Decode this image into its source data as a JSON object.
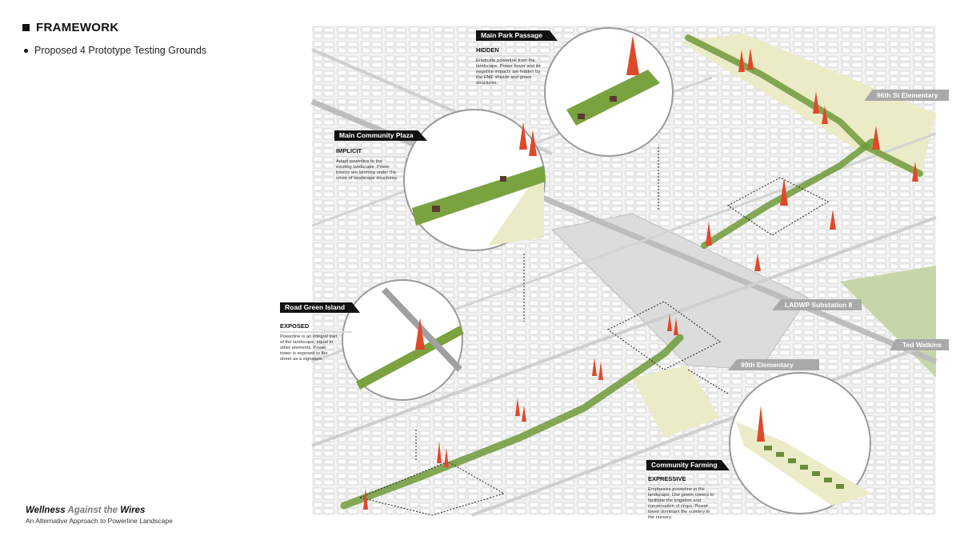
{
  "header": {
    "title": "FRAMEWORK",
    "bullet": "Proposed 4 Prototype Testing Grounds"
  },
  "brand": {
    "title_part1": "Wellness ",
    "title_part2": "Against the",
    "title_part3": " Wires",
    "subtitle": "An Alternative Approach to Powerline Landscape"
  },
  "sites": {
    "main_park_passage": {
      "name": "Main Park Passage",
      "tag": "HIDDEN",
      "description": "Eradicate powerline from the landscape. Power tower and its negative impacts are hidden by the EMF shields and green structures."
    },
    "main_community_plaza": {
      "name": "Main Community Plaza",
      "tag": "IMPLICIT",
      "description": "Adapt powerline to the existing landscape. Power towers are looming under the cover of landscape structures."
    },
    "road_green_island": {
      "name": "Road Green Island",
      "tag": "EXPOSED",
      "description": "Powerline is an integral part of the landscape, equal to other elements. Power tower is exposed to the street as a signature."
    },
    "community_farming": {
      "name": "Community Farming",
      "tag": "EXPRESSIVE",
      "description": "Emphasize powerline in the landscape. Use power towers to facilitate the irrigation and conservation of crops. Power tower dominant the scenery in the nursery."
    }
  },
  "places": {
    "school_96": "96th St Elementary School",
    "substation": "LADWP Substation 8",
    "park": "Ted Watkins Park",
    "school_99": "99th Elementary School"
  },
  "colors": {
    "tower": "#e0482a",
    "green": "#6f9a3a",
    "highlight": "#ecebc8",
    "label_dark": "#111111",
    "label_gray": "#a9a9a9"
  }
}
